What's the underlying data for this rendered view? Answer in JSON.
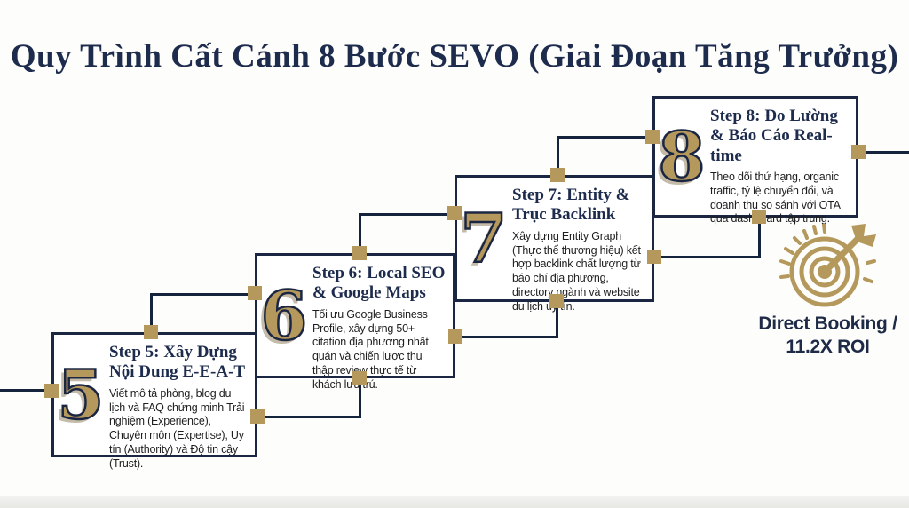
{
  "title": "Quy Trình Cất Cánh 8 Bước SEVO (Giai Đoạn Tăng Trưởng)",
  "steps": [
    {
      "number": "5",
      "title": "Step 5: Xây Dựng Nội Dung E-E-A-T",
      "body": "Viết mô tả phòng, blog du lịch và FAQ chứng minh Trải nghiệm (Experience), Chuyên môn (Expertise), Uy tín (Authority) và Độ tin cậy (Trust)."
    },
    {
      "number": "6",
      "title": "Step 6: Local SEO & Google Maps",
      "body": "Tối ưu Google Business Profile, xây dựng 50+ citation địa phương nhất quán và chiến lược thu thập review thực tế từ khách lưu trú."
    },
    {
      "number": "7",
      "title": "Step 7: Entity & Trục Backlink",
      "body": "Xây dựng Entity Graph (Thực thể thương hiệu) kết hợp backlink chất lượng từ báo chí địa phương, directory ngành và website du lịch uy tín."
    },
    {
      "number": "8",
      "title": "Step 8: Đo Lường & Báo Cáo Real-time",
      "body": "Theo dõi thứ hạng, organic traffic, tỷ lệ chuyển đổi, và doanh thu so sánh với OTA qua dashboard tập trung."
    }
  ],
  "result": {
    "icon": "target-arrow-icon",
    "label_line1": "Direct Booking /",
    "label_line2": "11.2X ROI"
  },
  "colors": {
    "navy": "#1b2742",
    "gold": "#b5985c",
    "background": "#fdfdfb"
  }
}
